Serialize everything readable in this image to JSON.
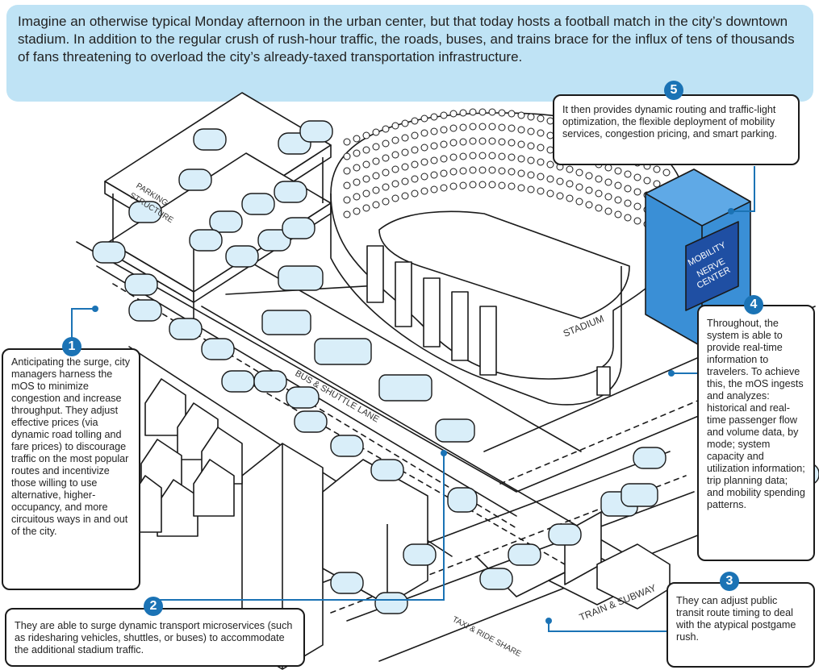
{
  "intro": {
    "text": "Imagine an otherwise typical Monday afternoon in the urban center, but that today hosts a football match in the city’s downtown stadium. In addition to the regular crush of rush-hour traffic, the roads, buses, and trains brace for the influx of tens of thousands of fans threatening to overload the city’s already-taxed transportation infrastructure."
  },
  "labels": {
    "parking_line1": "PARKING",
    "parking_line2": "STRUCTURE",
    "stadium": "STADIUM",
    "bus_lane": "BUS & SHUTTLE LANE",
    "taxi": "TAXI & RIDE SHARE",
    "train": "TRAIN & SUBWAY",
    "nerve_line1": "MOBILITY",
    "nerve_line2": "NERVE",
    "nerve_line3": "CENTER"
  },
  "callouts": [
    {
      "number": "1",
      "text": "Anticipating the surge, city managers harness the mOS to minimize congestion and increase throughput. They adjust effective prices (via dynamic road tolling and fare prices) to discourage traffic on the most popular routes and incentivize those willing to use alternative, higher-occupancy, and more circuitous ways in and out of the city."
    },
    {
      "number": "2",
      "text": "They are able to surge dynamic transport microservices (such as ridesharing vehicles, shuttles, or buses) to accommodate the additional stadium traffic."
    },
    {
      "number": "3",
      "text": "They can adjust public transit route timing to deal with the atypical postgame rush."
    },
    {
      "number": "4",
      "text": "Throughout, the system is able to provide real-time information to travelers. To achieve this, the mOS ingests and analyzes: historical and real-time passenger flow and volume data, by mode; system capacity and utilization information; trip planning data; and mobility spending patterns."
    },
    {
      "number": "5",
      "text": "It then provides dynamic routing and traffic-light optimization, the flexible deployment of mobility services, congestion pricing, and smart parking."
    }
  ],
  "colors": {
    "accent": "#1b73b5",
    "intro_bg": "#bfe3f5",
    "vehicle": "#d9eef9",
    "nerve_center": "#3a8fd6",
    "line": "#1a1a1a"
  }
}
